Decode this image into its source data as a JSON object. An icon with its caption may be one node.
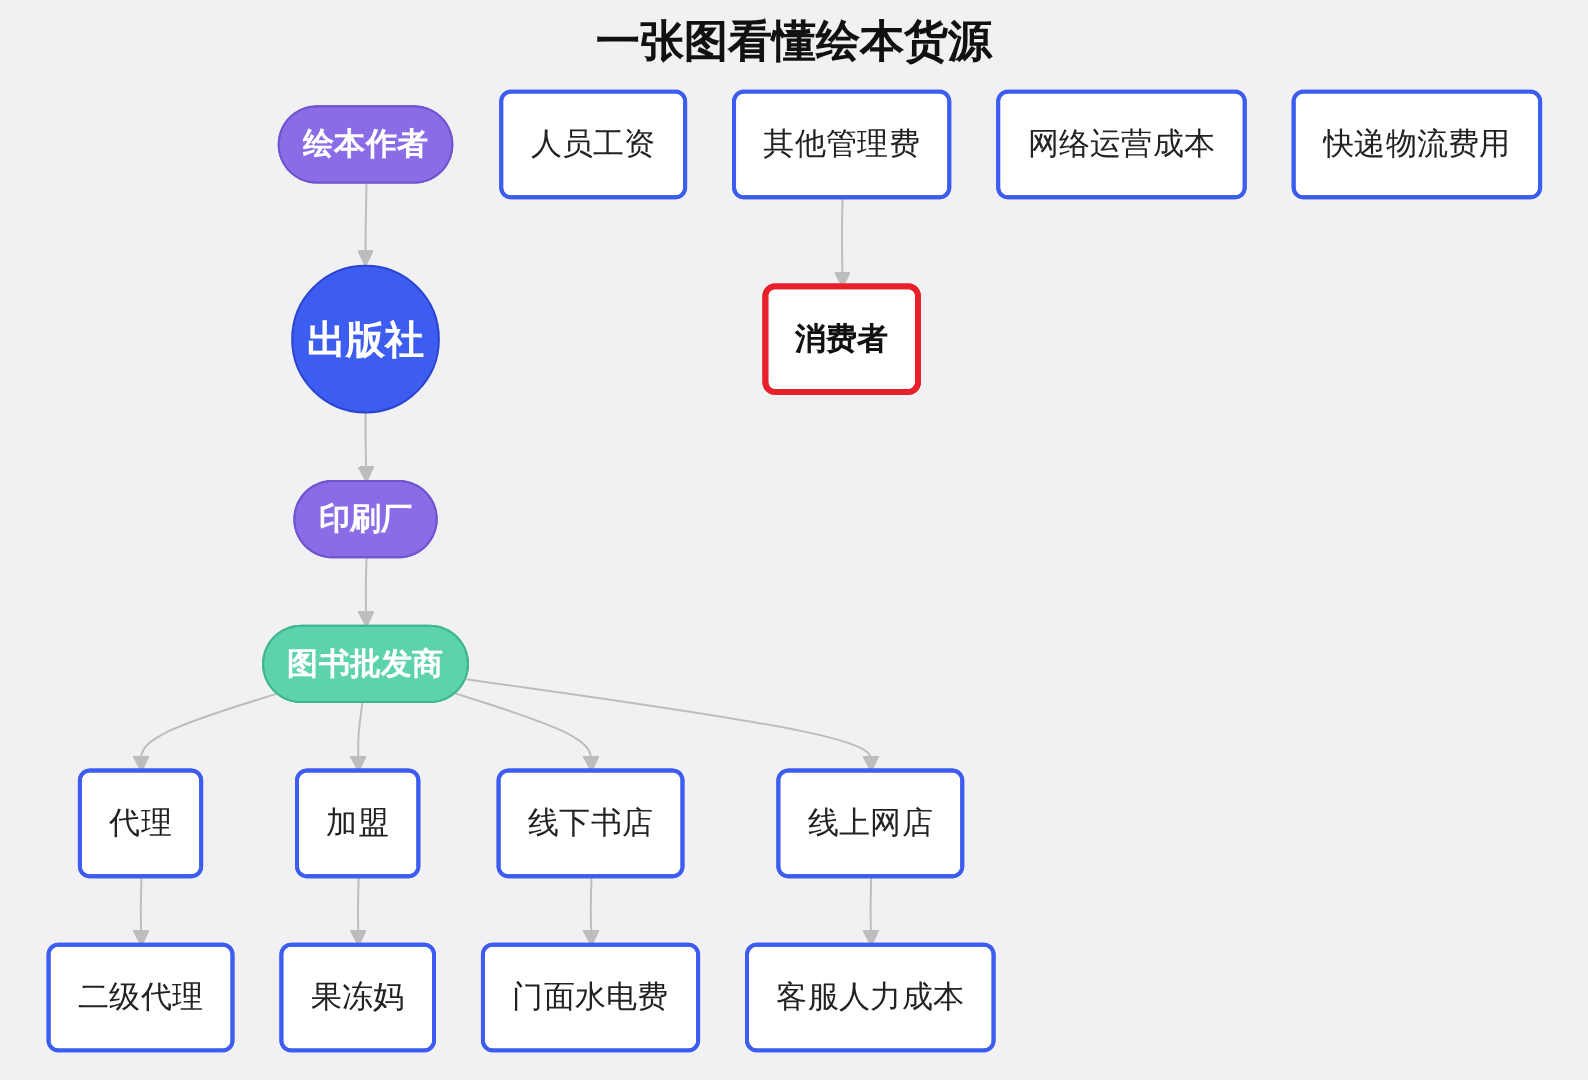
{
  "diagram": {
    "title": "一张图看懂绘本货源",
    "nodes": [
      {
        "text": [
          "绘本作者"
        ]
      },
      {
        "text": [
          "出版社"
        ]
      },
      {
        "text": [
          "印刷厂"
        ]
      },
      {
        "text": [
          "图书批发商"
        ]
      },
      {
        "text": [
          "代理"
        ]
      },
      {
        "text": [
          "加盟"
        ]
      },
      {
        "text": [
          "线下书店"
        ]
      },
      {
        "text": [
          "线上网店"
        ]
      },
      {
        "text": [
          "二级代理"
        ]
      },
      {
        "text": [
          "果冻妈"
        ]
      },
      {
        "text": [
          "门面水电费"
        ]
      },
      {
        "text": [
          "人员工资"
        ]
      },
      {
        "text": [
          "其他管理费"
        ]
      },
      {
        "text": [
          "客服人力成本"
        ]
      },
      {
        "text": [
          "网络运营成本"
        ]
      },
      {
        "text": [
          "快递物流费用"
        ]
      },
      {
        "text": [
          "消费者"
        ]
      }
    ],
    "edges": [
      {
        "from": 0,
        "to": 1,
        "arrow": "to"
      },
      {
        "from": 1,
        "to": 2,
        "arrow": "to"
      },
      {
        "from": 2,
        "to": 3,
        "arrow": "to"
      },
      {
        "from": 3,
        "to": 4,
        "arrow": "to"
      },
      {
        "from": 3,
        "to": 5,
        "arrow": "to"
      },
      {
        "from": 3,
        "to": 6,
        "arrow": "to"
      },
      {
        "from": 3,
        "to": 7,
        "arrow": "to"
      },
      {
        "from": 4,
        "to": 8,
        "arrow": "to"
      },
      {
        "from": 5,
        "to": 9,
        "arrow": "to"
      },
      {
        "from": 6,
        "to": 10,
        "arrow": "to"
      },
      {
        "from": 7,
        "to": 13,
        "arrow": "to"
      },
      {
        "from": 12,
        "to": 16,
        "arrow": "to"
      }
    ]
  }
}
